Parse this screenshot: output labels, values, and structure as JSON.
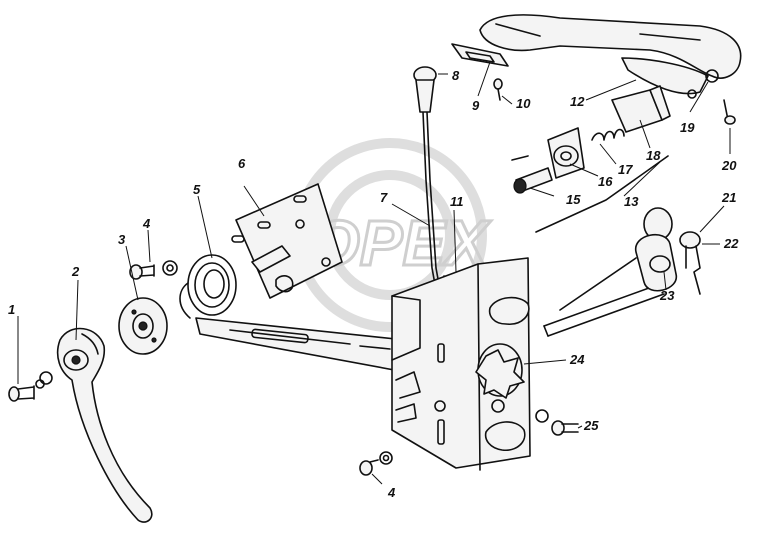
{
  "watermark": {
    "text": "OPEX"
  },
  "callouts": [
    {
      "id": "c1",
      "label": "1"
    },
    {
      "id": "c2",
      "label": "2"
    },
    {
      "id": "c3",
      "label": "3"
    },
    {
      "id": "c4a",
      "label": "4"
    },
    {
      "id": "c4b",
      "label": "4"
    },
    {
      "id": "c5",
      "label": "5"
    },
    {
      "id": "c6",
      "label": "6"
    },
    {
      "id": "c7",
      "label": "7"
    },
    {
      "id": "c8",
      "label": "8"
    },
    {
      "id": "c9",
      "label": "9"
    },
    {
      "id": "c10",
      "label": "10"
    },
    {
      "id": "c11",
      "label": "11"
    },
    {
      "id": "c12",
      "label": "12"
    },
    {
      "id": "c13",
      "label": "13"
    },
    {
      "id": "c15",
      "label": "15"
    },
    {
      "id": "c16",
      "label": "16"
    },
    {
      "id": "c17",
      "label": "17"
    },
    {
      "id": "c18",
      "label": "18"
    },
    {
      "id": "c19",
      "label": "19"
    },
    {
      "id": "c20",
      "label": "20"
    },
    {
      "id": "c21",
      "label": "21"
    },
    {
      "id": "c22",
      "label": "22"
    },
    {
      "id": "c23",
      "label": "23"
    },
    {
      "id": "c24",
      "label": "24"
    },
    {
      "id": "c25",
      "label": "25"
    }
  ]
}
